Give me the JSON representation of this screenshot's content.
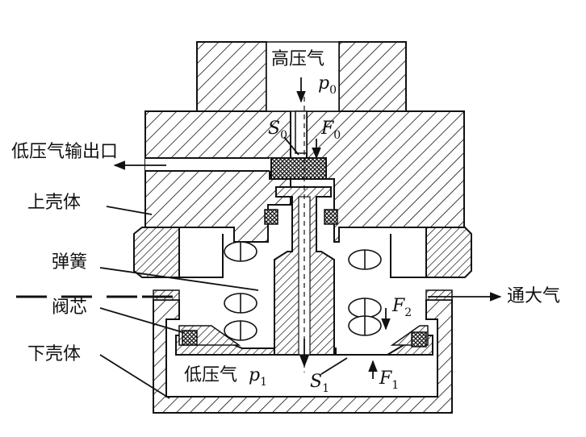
{
  "labels": {
    "high_pressure": "高压气",
    "low_pressure_outlet": "低压气输出口",
    "upper_housing": "上壳体",
    "spring": "弹簧",
    "valve_core": "阀芯",
    "lower_housing": "下壳体",
    "low_pressure": "低压气",
    "to_atmosphere": "通大气"
  },
  "symbols": {
    "p0": "p",
    "p0_sub": "0",
    "s0": "S",
    "s0_sub": "0",
    "f0": "F",
    "f0_sub": "0",
    "p1": "p",
    "p1_sub": "1",
    "s1": "S",
    "s1_sub": "1",
    "f1": "F",
    "f1_sub": "1",
    "f2": "F",
    "f2_sub": "2"
  },
  "colors": {
    "ink": "#111111",
    "background": "#ffffff"
  }
}
